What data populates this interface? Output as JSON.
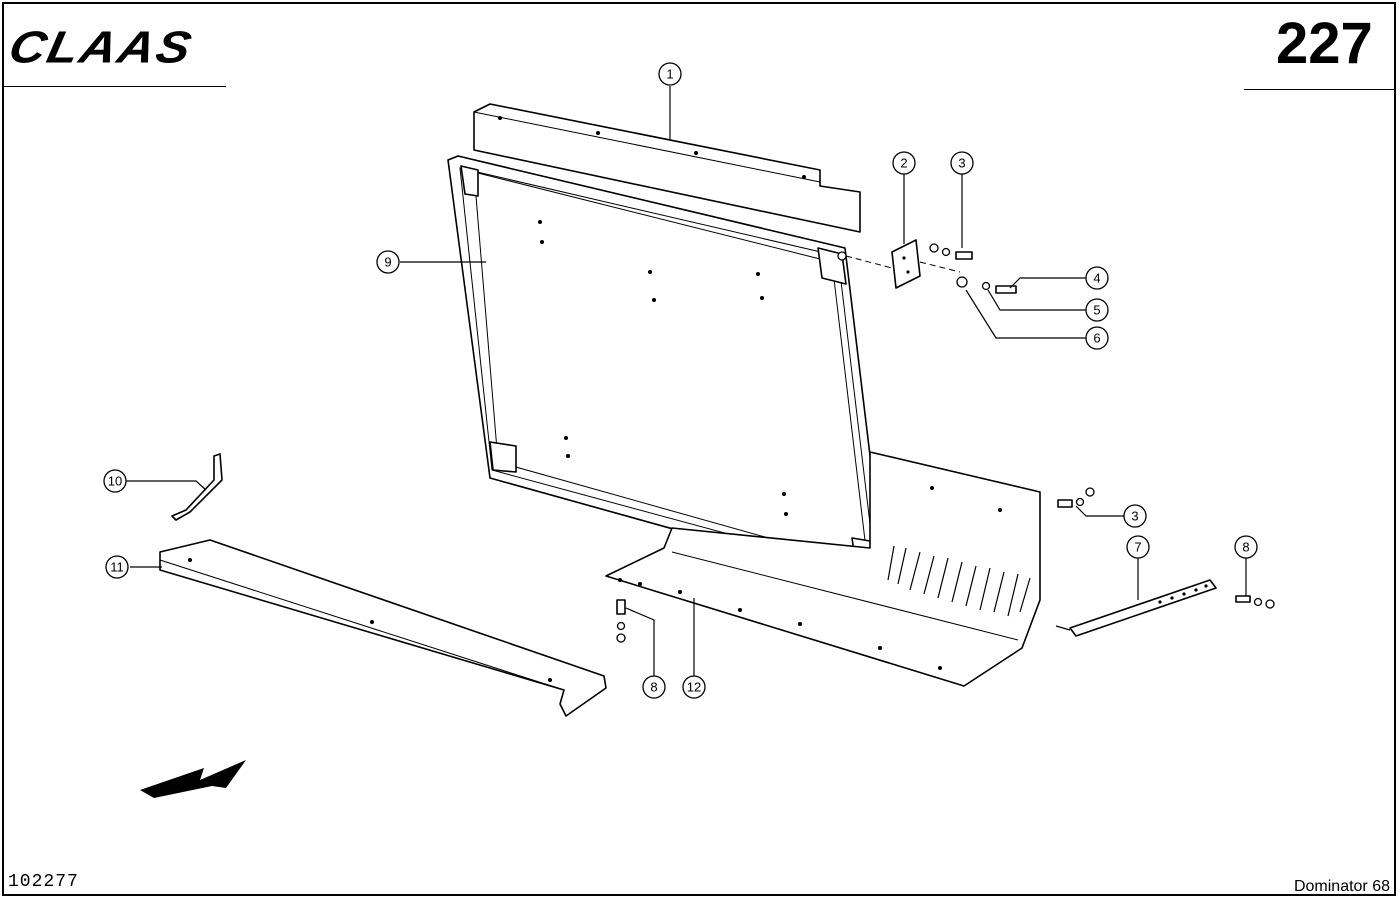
{
  "header": {
    "logo": "CLAAS",
    "page_number": "227"
  },
  "footer": {
    "drawing_number": "102277",
    "model": "Dominator 68"
  },
  "callouts": [
    {
      "label": "1",
      "part": "top cover strip"
    },
    {
      "label": "2",
      "part": "bracket plate"
    },
    {
      "label": "3",
      "part": "bolt"
    },
    {
      "label": "4",
      "part": "bolt"
    },
    {
      "label": "5",
      "part": "washer"
    },
    {
      "label": "6",
      "part": "nut"
    },
    {
      "label": "7",
      "part": "slotted strap"
    },
    {
      "label": "8",
      "part": "bolt"
    },
    {
      "label": "9",
      "part": "panel frame"
    },
    {
      "label": "10",
      "part": "support bracket"
    },
    {
      "label": "11",
      "part": "channel rail"
    },
    {
      "label": "12",
      "part": "base plate with teeth"
    },
    {
      "label": "3",
      "part": "bolt"
    },
    {
      "label": "8",
      "part": "bolt"
    }
  ],
  "icons": [
    "direction-arrow-icon"
  ]
}
